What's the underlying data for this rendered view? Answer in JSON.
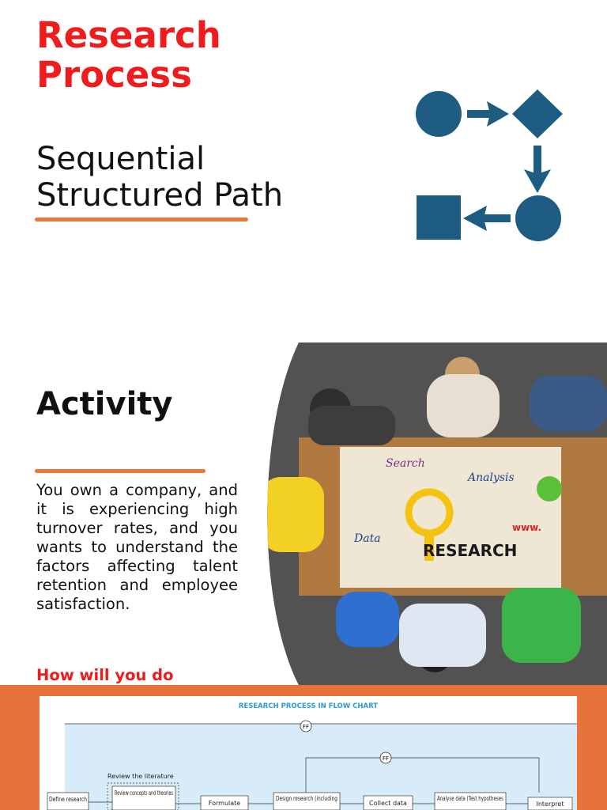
{
  "slide1": {
    "title": "Research Process",
    "subtitle_line1": "Sequential",
    "subtitle_line2": "Structured Path",
    "icon_color": "#1f5c84",
    "accent_color": "#e87a3a",
    "title_color": "#ee1c1c"
  },
  "slide2": {
    "title": "Activity",
    "body": "You own a company, and it is experiencing high turnover rates, and you wants to understand the factors affecting talent retention and employee satisfaction.",
    "prompt": "How will you do",
    "photo_words": {
      "search": "Search",
      "analysis": "Analysis",
      "data": "Data",
      "research": "RESEARCH",
      "www": "www."
    }
  },
  "slide3": {
    "band_color": "#e8733a",
    "chart_title": "RESEARCH PROCESS IN FLOW CHART",
    "ff": "FF",
    "review_literature": "Review the literature",
    "boxes": {
      "define": "Define research",
      "review": "Review concepts and theories",
      "formulate": "Formulate",
      "design": "Design research (including",
      "collect": "Collect data",
      "analyse": "Analyse data (Test hypotheses",
      "interpret": "Interpret"
    }
  }
}
